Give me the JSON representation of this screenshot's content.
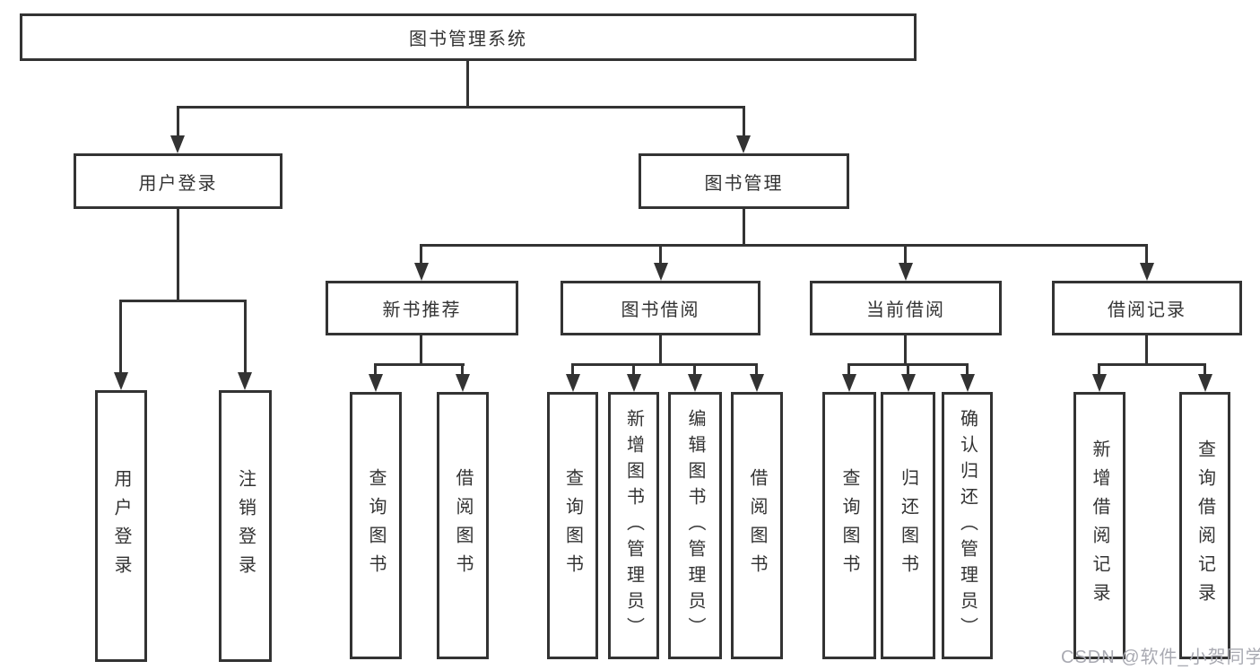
{
  "tree": {
    "label": "图书管理系统",
    "children": [
      {
        "label": "用户登录",
        "children": [
          {
            "label": "用户登录"
          },
          {
            "label": "注销登录"
          }
        ]
      },
      {
        "label": "图书管理",
        "children": [
          {
            "label": "新书推荐",
            "children": [
              {
                "label": "查询图书"
              },
              {
                "label": "借阅图书"
              }
            ]
          },
          {
            "label": "图书借阅",
            "children": [
              {
                "label": "查询图书"
              },
              {
                "label": "新增图书（管理员）"
              },
              {
                "label": "编辑图书（管理员）"
              },
              {
                "label": "借阅图书"
              }
            ]
          },
          {
            "label": "当前借阅",
            "children": [
              {
                "label": "查询图书"
              },
              {
                "label": "归还图书"
              },
              {
                "label": "确认归还（管理员）"
              }
            ]
          },
          {
            "label": "借阅记录",
            "children": [
              {
                "label": "新增借阅记录"
              },
              {
                "label": "查询借阅记录"
              }
            ]
          }
        ]
      }
    ]
  },
  "watermark": {
    "text": "CSDN @软件_小贺同学"
  },
  "colors": {
    "line": "#333333",
    "text": "#333333",
    "watermark": "#a9aab2",
    "background": "#ffffff"
  }
}
